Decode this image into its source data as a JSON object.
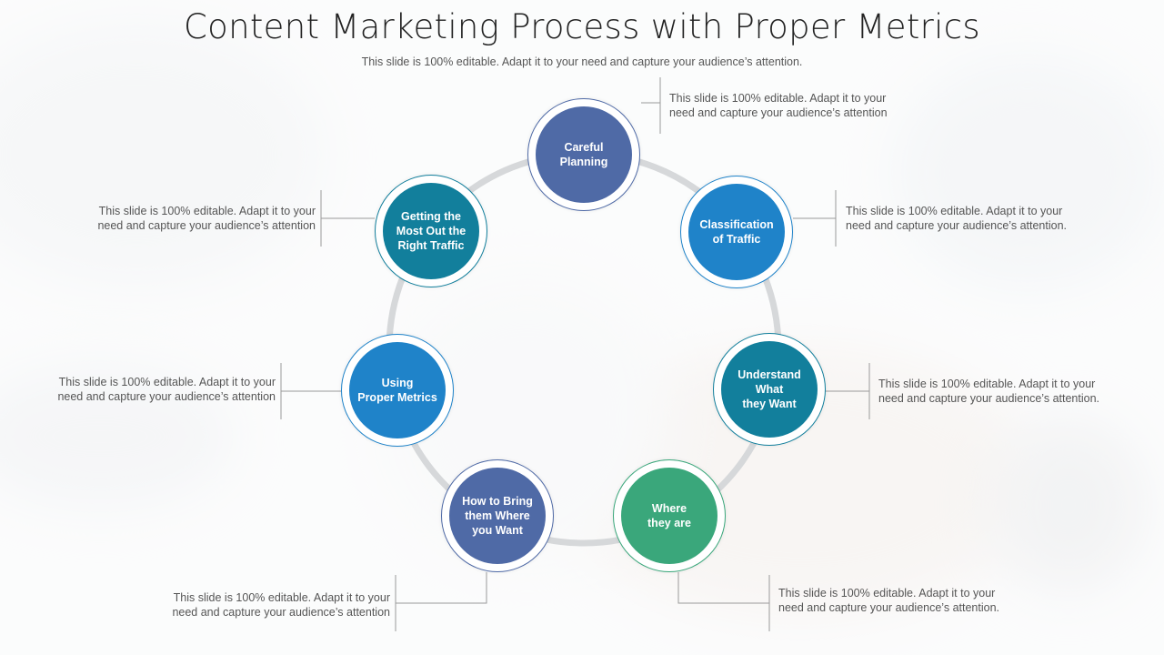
{
  "header": {
    "title": "Content Marketing Process with Proper Metrics",
    "subtitle": "This slide is 100% editable. Adapt it to your need and capture your audience’s attention."
  },
  "colors": {
    "ring": "#d6d8da",
    "connector": "#9a9a9a",
    "node_border": "#4b6fa6"
  },
  "nodes": [
    {
      "label_1": "Careful",
      "label_2": "Planning",
      "label_3": "",
      "color": "#4f6aa6",
      "ring": "#4f6aa6"
    },
    {
      "label_1": "Classification",
      "label_2": "of Traffic",
      "label_3": "",
      "color": "#1f83c9",
      "ring": "#1f83c9"
    },
    {
      "label_1": "Understand",
      "label_2": "What",
      "label_3": "they Want",
      "color": "#127f9c",
      "ring": "#127f9c"
    },
    {
      "label_1": "Where",
      "label_2": "they are",
      "label_3": "",
      "color": "#3aa77b",
      "ring": "#3aa77b"
    },
    {
      "label_1": "How to Bring",
      "label_2": "them Where",
      "label_3": "you Want",
      "color": "#4f6aa6",
      "ring": "#4f6aa6"
    },
    {
      "label_1": "Using",
      "label_2": "Proper Metrics",
      "label_3": "",
      "color": "#1f83c9",
      "ring": "#1f83c9"
    },
    {
      "label_1": "Getting the",
      "label_2": "Most Out the",
      "label_3": "Right Traffic",
      "color": "#127f9c",
      "ring": "#127f9c"
    }
  ],
  "descriptions": [
    {
      "line_1": "This slide is 100% editable. Adapt it to your",
      "line_2": "need and capture your audience’s attention"
    },
    {
      "line_1": "This slide is 100% editable. Adapt it to your",
      "line_2": "need and capture your audience’s attention."
    },
    {
      "line_1": "This slide is 100% editable. Adapt it to your",
      "line_2": "need and capture your audience’s attention."
    },
    {
      "line_1": "This slide is 100% editable. Adapt it to your",
      "line_2": "need and capture your audience’s attention."
    },
    {
      "line_1": "This slide is 100% editable. Adapt it to your",
      "line_2": "need and capture your audience’s attention"
    },
    {
      "line_1": "This slide is 100% editable. Adapt it to your",
      "line_2": "need and capture your audience’s attention"
    },
    {
      "line_1": "This slide is 100% editable. Adapt it to your",
      "line_2": "need and capture your audience’s attention"
    }
  ]
}
